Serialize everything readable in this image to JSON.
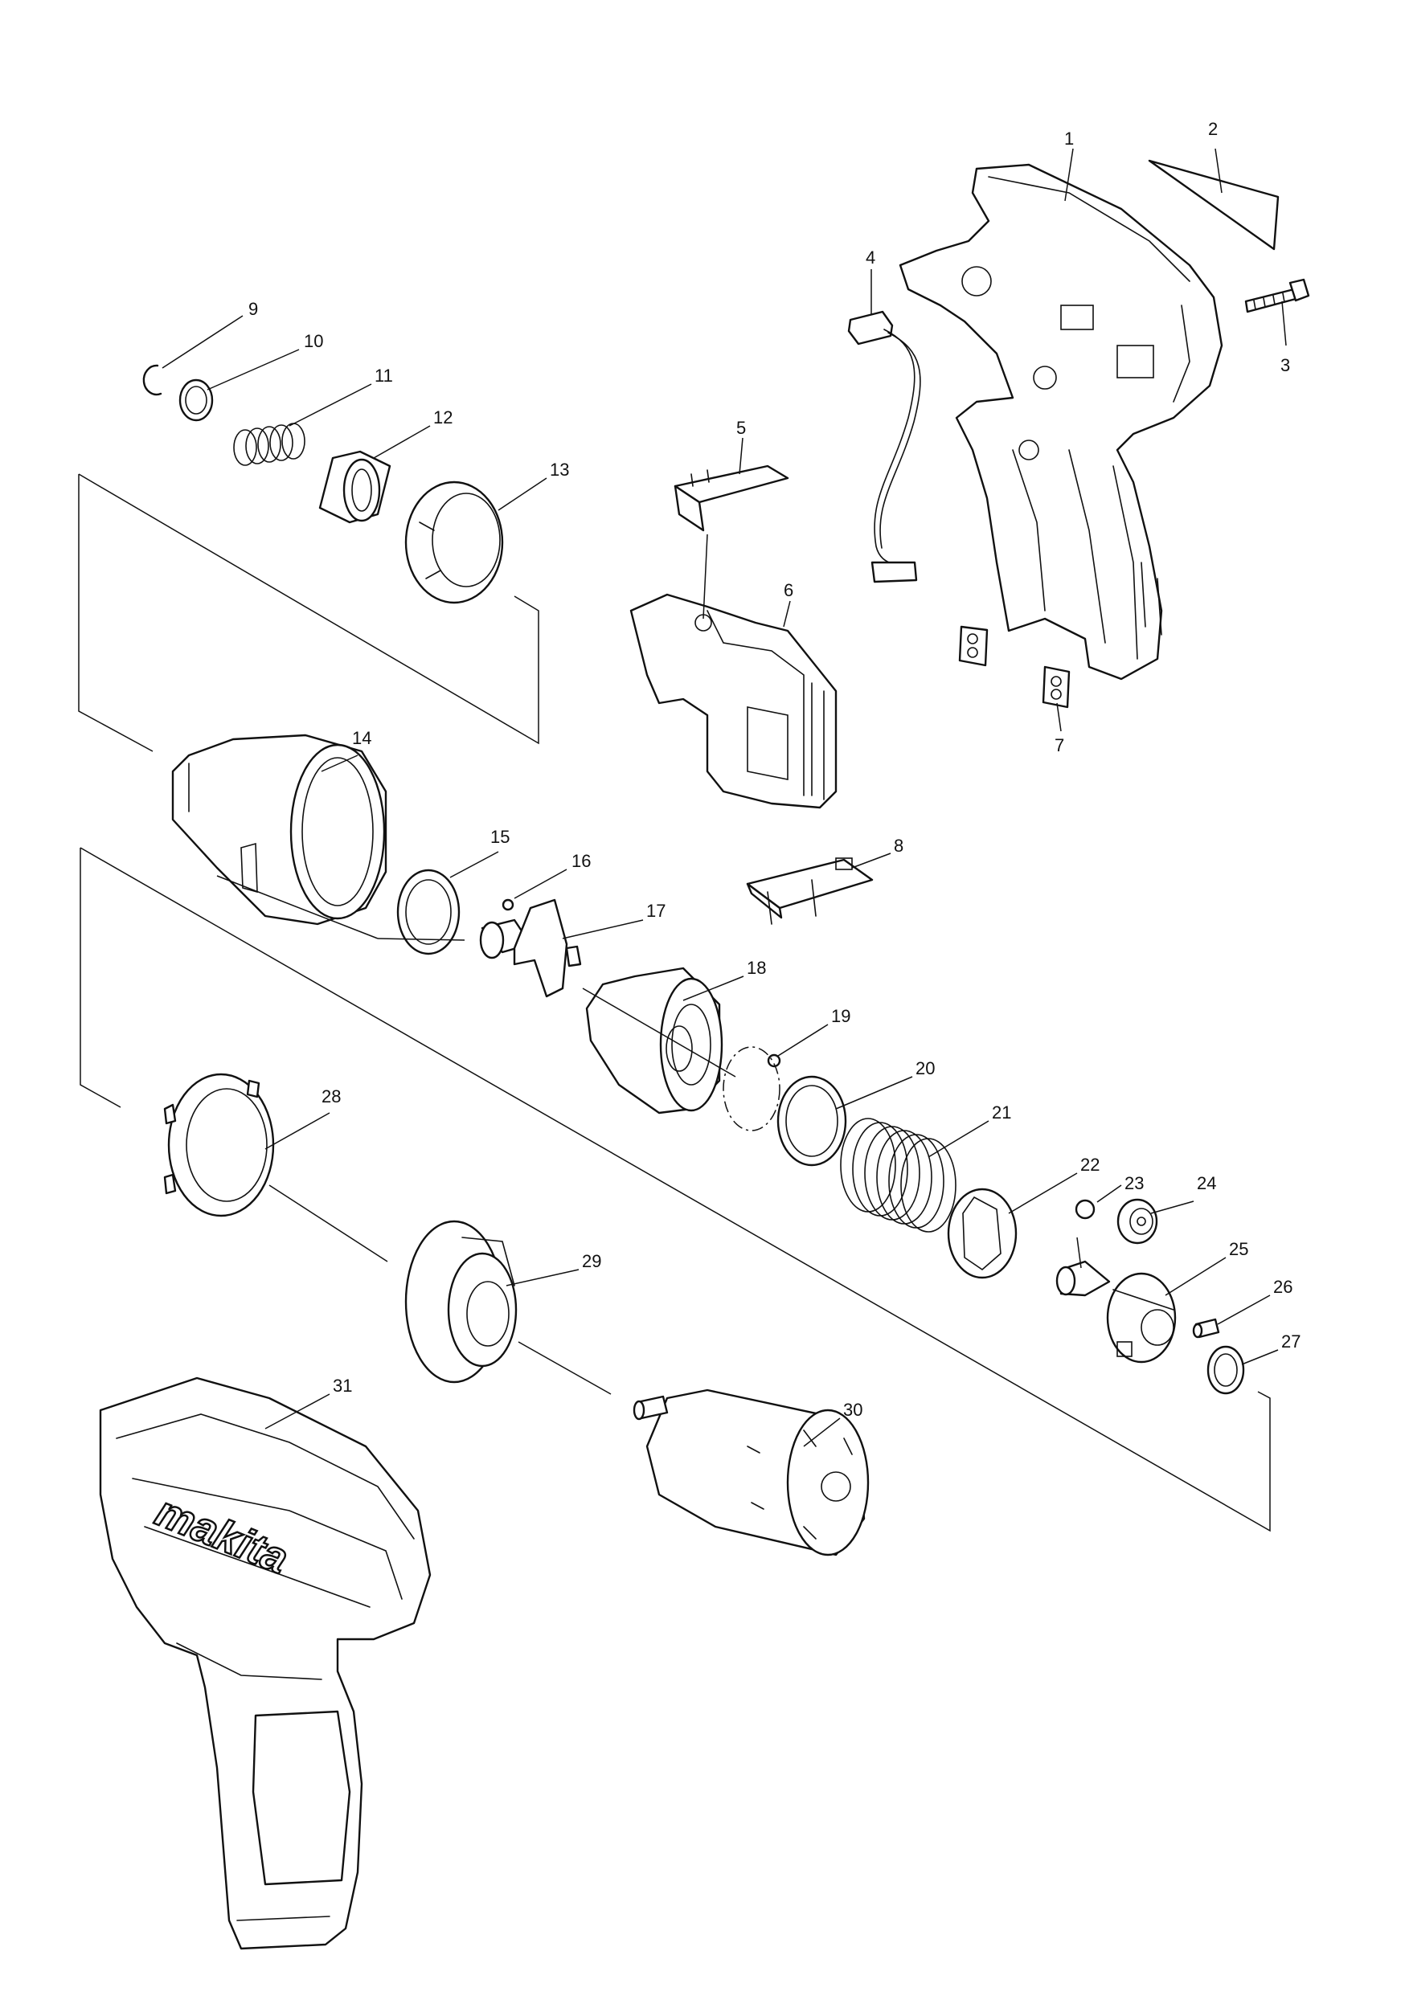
{
  "callouts": [
    "1",
    "2",
    "3",
    "4",
    "5",
    "6",
    "7",
    "8",
    "9",
    "10",
    "11",
    "12",
    "13",
    "14",
    "15",
    "16",
    "17",
    "18",
    "19",
    "20",
    "21",
    "22",
    "23",
    "24",
    "25",
    "26",
    "27",
    "28",
    "29",
    "30",
    "31"
  ],
  "brand_label": "makita",
  "colors": {
    "line": "#111111",
    "background": "#ffffff"
  }
}
